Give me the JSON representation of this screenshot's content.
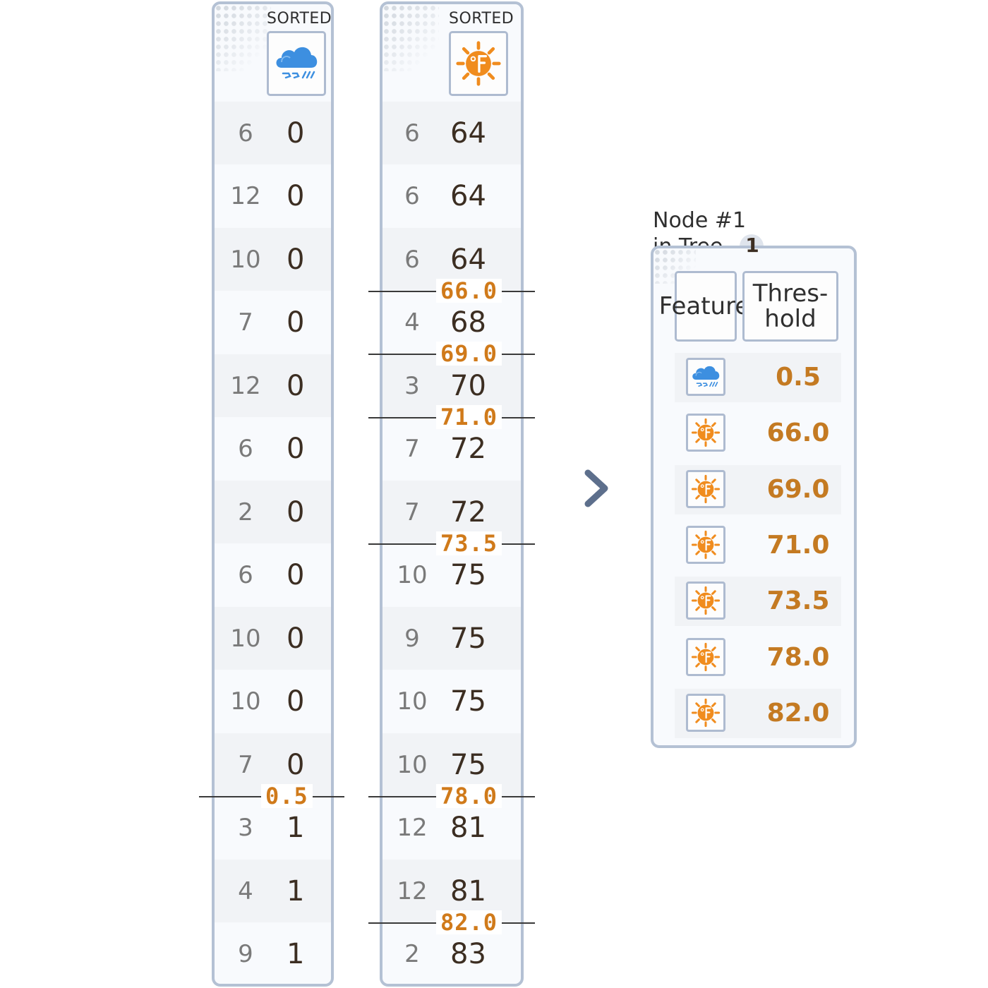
{
  "columns": [
    {
      "header": "SORTED",
      "icon": "rain-cloud-icon",
      "rows": [
        {
          "index": "6",
          "value": "0"
        },
        {
          "index": "12",
          "value": "0"
        },
        {
          "index": "10",
          "value": "0"
        },
        {
          "index": "7",
          "value": "0"
        },
        {
          "index": "12",
          "value": "0"
        },
        {
          "index": "6",
          "value": "0"
        },
        {
          "index": "2",
          "value": "0"
        },
        {
          "index": "6",
          "value": "0"
        },
        {
          "index": "10",
          "value": "0"
        },
        {
          "index": "10",
          "value": "0"
        },
        {
          "index": "7",
          "value": "0"
        },
        {
          "index": "3",
          "value": "1"
        },
        {
          "index": "4",
          "value": "1"
        },
        {
          "index": "9",
          "value": "1"
        }
      ],
      "splits": [
        {
          "after_row": 10,
          "label": "0.5"
        }
      ]
    },
    {
      "header": "SORTED",
      "icon": "sun-fahrenheit-icon",
      "rows": [
        {
          "index": "6",
          "value": "64"
        },
        {
          "index": "6",
          "value": "64"
        },
        {
          "index": "6",
          "value": "64"
        },
        {
          "index": "4",
          "value": "68"
        },
        {
          "index": "3",
          "value": "70"
        },
        {
          "index": "7",
          "value": "72"
        },
        {
          "index": "7",
          "value": "72"
        },
        {
          "index": "10",
          "value": "75"
        },
        {
          "index": "9",
          "value": "75"
        },
        {
          "index": "10",
          "value": "75"
        },
        {
          "index": "10",
          "value": "75"
        },
        {
          "index": "12",
          "value": "81"
        },
        {
          "index": "12",
          "value": "81"
        },
        {
          "index": "2",
          "value": "83"
        }
      ],
      "splits": [
        {
          "after_row": 2,
          "label": "66.0"
        },
        {
          "after_row": 3,
          "label": "69.0"
        },
        {
          "after_row": 4,
          "label": "71.0"
        },
        {
          "after_row": 6,
          "label": "73.5"
        },
        {
          "after_row": 10,
          "label": "78.0"
        },
        {
          "after_row": 12,
          "label": "82.0"
        }
      ]
    }
  ],
  "node": {
    "title_line1": "Node #1",
    "title_line2": "in Tree",
    "tree_number": "1",
    "feature_header": "Feature",
    "threshold_header_line1": "Thres-",
    "threshold_header_line2": "hold",
    "rows": [
      {
        "feature_icon": "rain-cloud-icon",
        "threshold": "0.5"
      },
      {
        "feature_icon": "sun-fahrenheit-icon",
        "threshold": "66.0"
      },
      {
        "feature_icon": "sun-fahrenheit-icon",
        "threshold": "69.0"
      },
      {
        "feature_icon": "sun-fahrenheit-icon",
        "threshold": "71.0"
      },
      {
        "feature_icon": "sun-fahrenheit-icon",
        "threshold": "73.5"
      },
      {
        "feature_icon": "sun-fahrenheit-icon",
        "threshold": "78.0"
      },
      {
        "feature_icon": "sun-fahrenheit-icon",
        "threshold": "82.0"
      }
    ]
  },
  "arrow_icon": "chevron-right-icon",
  "colors": {
    "panel_border": "#b4c1d4",
    "threshold_text": "#c47a22",
    "cloud_blue": "#3d8fe0",
    "sun_orange": "#f08c1e"
  }
}
